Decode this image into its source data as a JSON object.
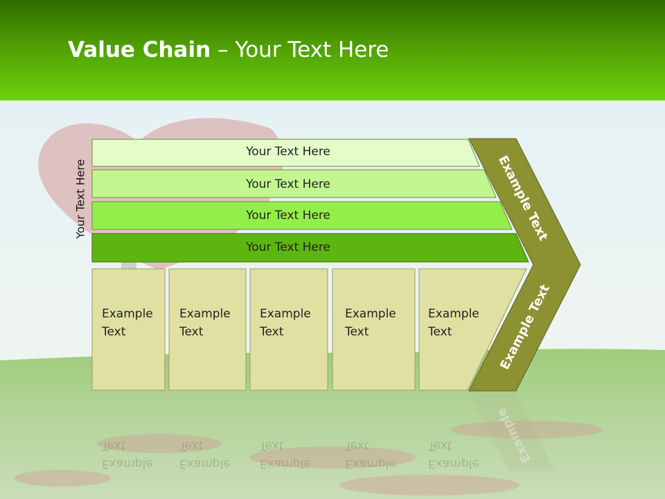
{
  "slide": {
    "title_bold": "Value Chain",
    "title_rest": " – Your Text Here",
    "vertical_label": "Your Text Here",
    "bars": [
      {
        "label": "Your Text Here",
        "color": "#e4fdc8"
      },
      {
        "label": "Your Text Here",
        "color": "#c1f78e"
      },
      {
        "label": "Your Text Here",
        "color": "#93ee4a"
      },
      {
        "label": "Your Text Here",
        "color": "#5db610"
      }
    ],
    "cards": [
      {
        "line1": "Example",
        "line2": "Text"
      },
      {
        "line1": "Example",
        "line2": "Text"
      },
      {
        "line1": "Example",
        "line2": "Text"
      },
      {
        "line1": "Example",
        "line2": "Text"
      },
      {
        "line1": "Example",
        "line2": "Text"
      }
    ],
    "card_color": "#e0e0a2",
    "chevron_color": "#8c9131",
    "chevron_top_text": "Example Text",
    "chevron_bottom_text": "Example Text",
    "chevron_reflection_text": "Example"
  }
}
